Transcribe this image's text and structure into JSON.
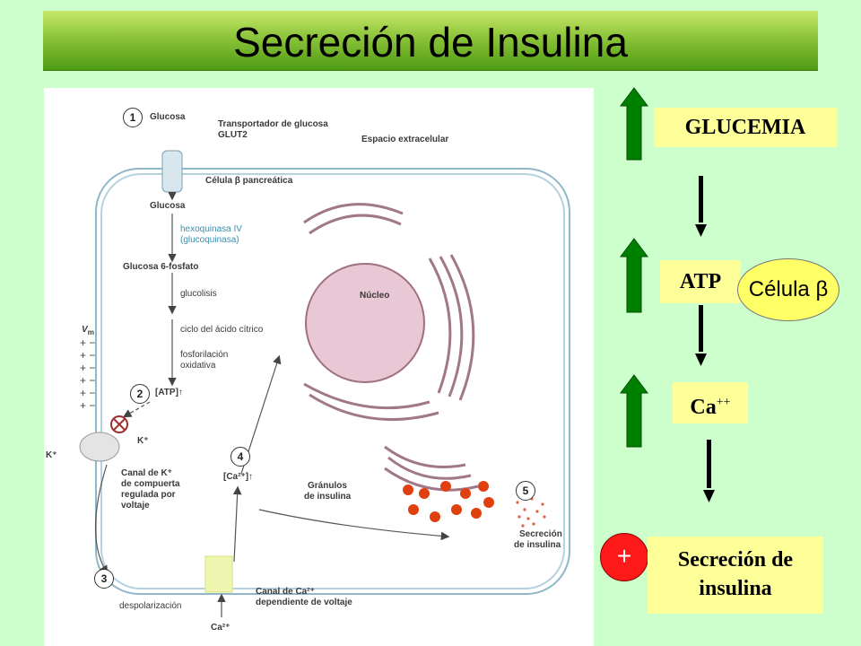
{
  "title": "Secreción de Insulina",
  "diagram": {
    "steps": [
      "1",
      "2",
      "3",
      "4",
      "5"
    ],
    "labels": {
      "glucosa_top": "Glucosa",
      "transporter": "Transportador de glucosa",
      "glut2": "GLUT2",
      "extracelular": "Espacio extracelular",
      "celula": "Célula β pancreática",
      "glucosa": "Glucosa",
      "hexoquinasa": "hexoquinasa IV",
      "glucoquinasa": "(glucoquinasa)",
      "glucosa6p": "Glucosa 6-fosfato",
      "glucolisis": "glucolisis",
      "ciclo": "ciclo del ácido cítrico",
      "fosforilacion": "fosforilación",
      "oxidativa": "oxidativa",
      "atp": "[ATP]↑",
      "nucleo": "Núcleo",
      "vm": "V",
      "vm_sub": "m",
      "kplus": "K⁺",
      "k_out": "K⁺",
      "canal_k_1": "Canal de K⁺",
      "canal_k_2": "de compuerta",
      "canal_k_3": "regulada por",
      "canal_k_4": "voltaje",
      "ca_int": "[Ca²⁺]↑",
      "granulos_1": "Gránulos",
      "granulos_2": "de insulina",
      "secrecion_1": "Secreción",
      "secrecion_2": "de insulina",
      "despolarizacion": "despolarización",
      "canal_ca_1": "Canal de Ca²⁺",
      "canal_ca_2": "dependiente de voltaje",
      "ca_ext": "Ca²⁺"
    }
  },
  "flow": {
    "glucemia": "GLUCEMIA",
    "atp": "ATP",
    "celula": "Célula β",
    "ca": "Ca",
    "ca_sup": "++",
    "secrecion_line1": "Secreción de",
    "secrecion_line2": "insulina",
    "plus": "+"
  },
  "colors": {
    "background": "#ccffcc",
    "up_arrow": "#008000",
    "label_box": "#ffff99",
    "ellipse": "#ffff66",
    "plus_circle": "#ff1a1a",
    "granule": "#e04010"
  }
}
